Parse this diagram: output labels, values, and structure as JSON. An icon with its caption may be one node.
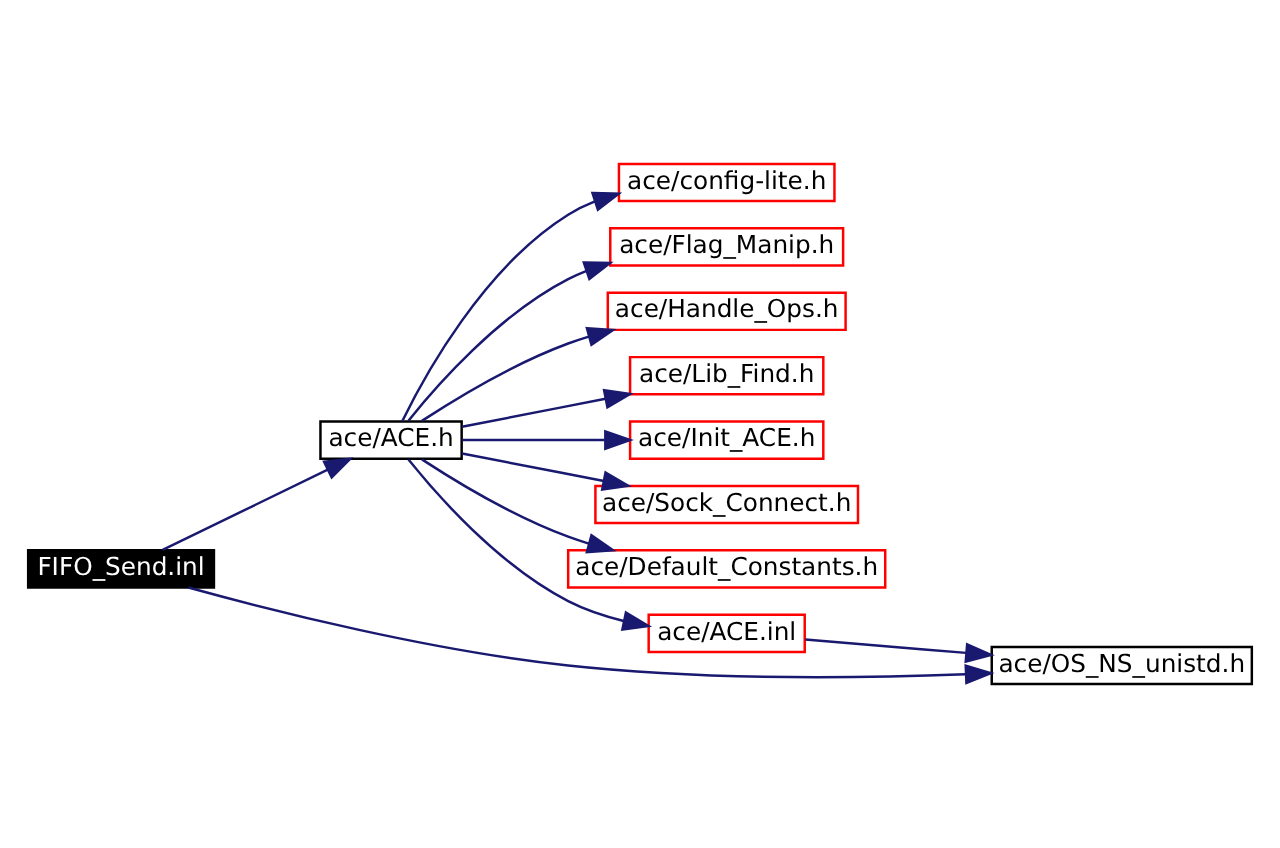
{
  "diagram": {
    "nodes": [
      {
        "text": [
          "FIFO_Send.inl"
        ]
      },
      {
        "text": [
          "ace/ACE.h"
        ]
      },
      {
        "text": [
          "ace/config-lite.h"
        ]
      },
      {
        "text": [
          "ace/Flag_Manip.h"
        ]
      },
      {
        "text": [
          "ace/Handle_Ops.h"
        ]
      },
      {
        "text": [
          "ace/Lib_Find.h"
        ]
      },
      {
        "text": [
          "ace/Init_ACE.h"
        ]
      },
      {
        "text": [
          "ace/Sock_Connect.h"
        ]
      },
      {
        "text": [
          "ace/Default_Constants.h"
        ]
      },
      {
        "text": [
          "ace/ACE.inl"
        ]
      },
      {
        "text": [
          "ace/OS_NS_unistd.h"
        ]
      }
    ],
    "edges": [
      {
        "from": 0,
        "to": 1,
        "arrow": "to"
      },
      {
        "from": 0,
        "to": 10,
        "arrow": "to"
      },
      {
        "from": 1,
        "to": 2,
        "arrow": "to"
      },
      {
        "from": 1,
        "to": 3,
        "arrow": "to"
      },
      {
        "from": 1,
        "to": 4,
        "arrow": "to"
      },
      {
        "from": 1,
        "to": 5,
        "arrow": "to"
      },
      {
        "from": 1,
        "to": 6,
        "arrow": "to"
      },
      {
        "from": 1,
        "to": 7,
        "arrow": "to"
      },
      {
        "from": 1,
        "to": 8,
        "arrow": "to"
      },
      {
        "from": 1,
        "to": 9,
        "arrow": "to"
      },
      {
        "from": 9,
        "to": 10,
        "arrow": "to"
      }
    ]
  }
}
